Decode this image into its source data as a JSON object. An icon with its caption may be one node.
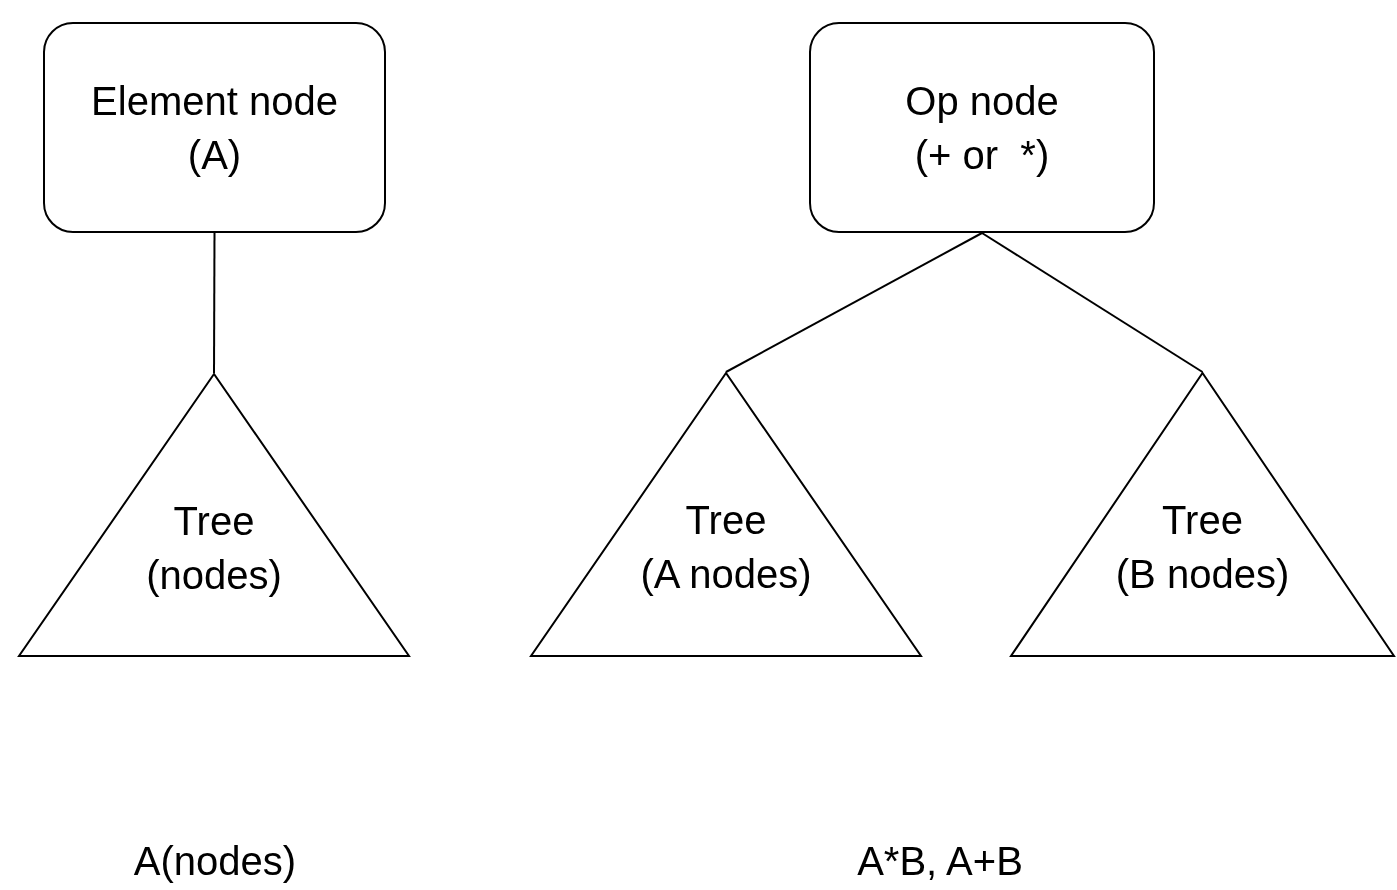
{
  "diagram": {
    "nodes": [
      {
        "text": [
          "Element node",
          "(A)"
        ]
      },
      {
        "text": [
          "Tree",
          "(nodes)"
        ]
      },
      {
        "text": [
          "Op node",
          "(+ or  *)"
        ]
      },
      {
        "text": [
          "Tree",
          "(A nodes)"
        ]
      },
      {
        "text": [
          "Tree",
          "(B nodes)"
        ]
      }
    ],
    "edges": [
      {
        "from": 0,
        "to": 1,
        "arrow": "none"
      },
      {
        "from": 2,
        "to": 3,
        "arrow": "none"
      },
      {
        "from": 2,
        "to": 4,
        "arrow": "none"
      }
    ],
    "labels": [
      "A(nodes)",
      "A*B, A+B"
    ]
  }
}
